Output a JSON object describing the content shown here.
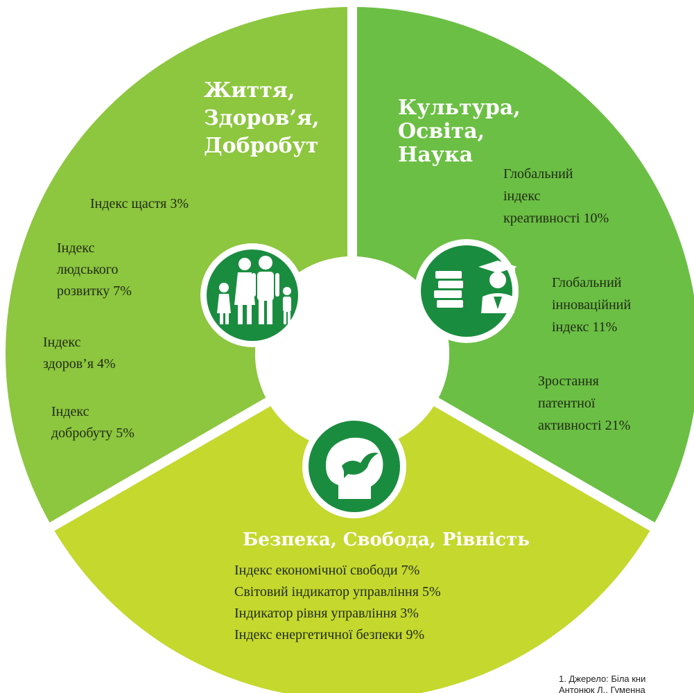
{
  "colors": {
    "life_segment": "#8dc63f",
    "culture_segment": "#6bbf44",
    "security_segment": "#c4d82e",
    "icon_circle": "#1a8c3f",
    "icon_ring": "#ffffff",
    "center": "#ffffff"
  },
  "segments": {
    "life": {
      "title_lines": [
        "Життя,",
        "Здоров’я,",
        "Добробут"
      ],
      "icon": "family-icon",
      "items": [
        {
          "lines": [
            "Індекс щастя 3%"
          ]
        },
        {
          "lines": [
            "Індекс",
            "людського",
            "розвитку 7%"
          ]
        },
        {
          "lines": [
            "Індекс",
            "здоров’я 4%"
          ]
        },
        {
          "lines": [
            "Індекс",
            "добробуту 5%"
          ]
        }
      ]
    },
    "culture": {
      "title_lines": [
        "Культура,",
        "Освіта,",
        "Наука"
      ],
      "icon": "graduate-books-icon",
      "items": [
        {
          "lines": [
            "Глобальний",
            "індекс",
            "креативності 10%"
          ]
        },
        {
          "lines": [
            "Глобальний",
            "інноваційний",
            "індекс 11%"
          ]
        },
        {
          "lines": [
            "Зростання",
            "патентної",
            "активності 21%"
          ]
        }
      ]
    },
    "security": {
      "title": "Безпека, Свобода, Рівність",
      "icon": "head-dove-icon",
      "items": [
        {
          "lines": [
            "Індекс економічної свободи 7%"
          ]
        },
        {
          "lines": [
            "Світовий індикатор управління 5%"
          ]
        },
        {
          "lines": [
            "Індикатор рівня управління 3%"
          ]
        },
        {
          "lines": [
            "Індекс енергетичної безпеки 9%"
          ]
        }
      ]
    }
  },
  "source": {
    "line1": "1. Джерело:  Біла кни",
    "line2": "Антонюк Л., Гуменна"
  }
}
